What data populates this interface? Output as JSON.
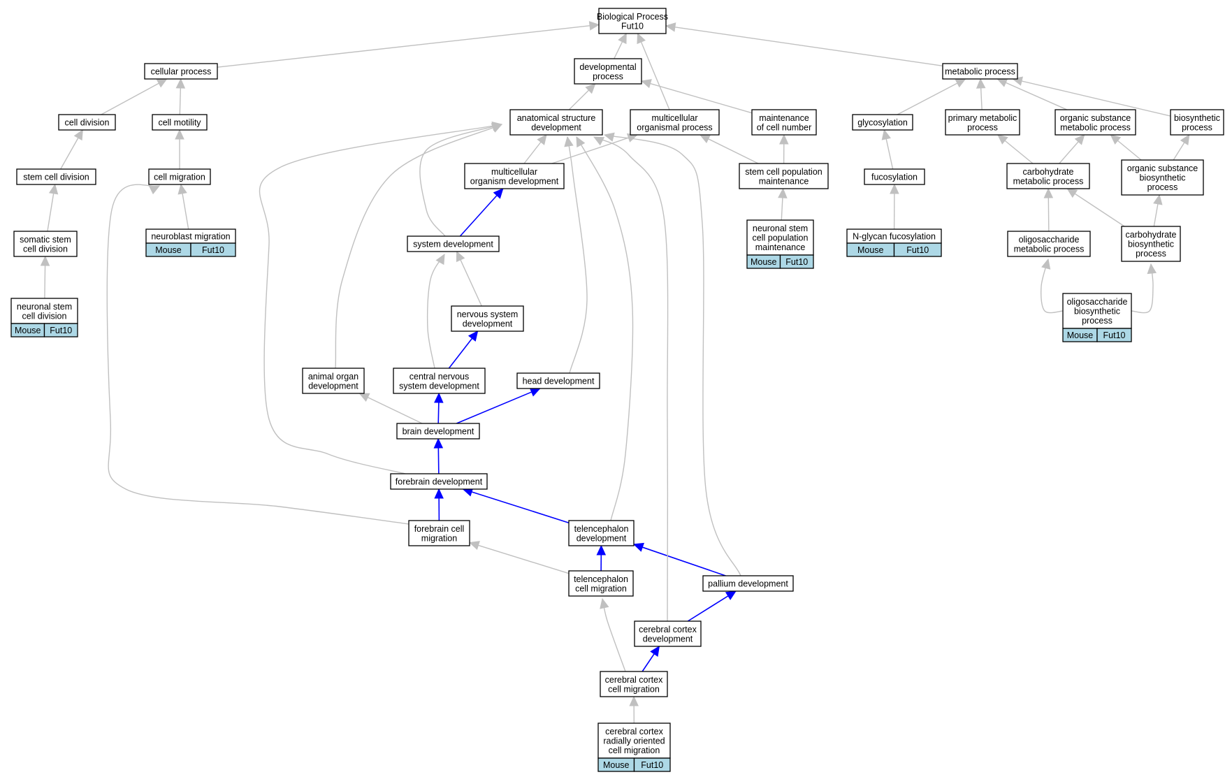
{
  "graph": {
    "nodes": {
      "bp": {
        "lines": [
          "Biological Process",
          "Fut10"
        ]
      },
      "cellproc": {
        "lines": [
          "cellular process"
        ]
      },
      "devproc": {
        "lines": [
          "developmental",
          "process"
        ]
      },
      "metproc": {
        "lines": [
          "metabolic process"
        ]
      },
      "celldiv": {
        "lines": [
          "cell division"
        ]
      },
      "cellmot": {
        "lines": [
          "cell motility"
        ]
      },
      "anatdev": {
        "lines": [
          "anatomical structure",
          "development"
        ]
      },
      "multiproc": {
        "lines": [
          "multicellular",
          "organismal process"
        ]
      },
      "maintcell": {
        "lines": [
          "maintenance",
          "of cell number"
        ]
      },
      "glyco": {
        "lines": [
          "glycosylation"
        ]
      },
      "primmet": {
        "lines": [
          "primary metabolic",
          "process"
        ]
      },
      "orgsubmet": {
        "lines": [
          "organic substance",
          "metabolic process"
        ]
      },
      "biosyn": {
        "lines": [
          "biosynthetic",
          "process"
        ]
      },
      "stemdiv": {
        "lines": [
          "stem cell division"
        ]
      },
      "cellmig": {
        "lines": [
          "cell migration"
        ]
      },
      "multiorgdev": {
        "lines": [
          "multicellular",
          "organism development"
        ]
      },
      "stempop": {
        "lines": [
          "stem cell population",
          "maintenance"
        ]
      },
      "fuco": {
        "lines": [
          "fucosylation"
        ]
      },
      "carbmet": {
        "lines": [
          "carbohydrate",
          "metabolic process"
        ]
      },
      "orgsubbio": {
        "lines": [
          "organic substance",
          "biosynthetic",
          "process"
        ]
      },
      "somdiv": {
        "lines": [
          "somatic stem",
          "cell division"
        ]
      },
      "neuroblast": {
        "lines": [
          "neuroblast migration"
        ],
        "annot": [
          "Mouse",
          "Fut10"
        ]
      },
      "sysdev": {
        "lines": [
          "system development"
        ]
      },
      "nsmaint": {
        "lines": [
          "neuronal stem",
          "cell population",
          "maintenance"
        ],
        "annot": [
          "Mouse",
          "Fut10"
        ]
      },
      "nglycan": {
        "lines": [
          "N-glycan fucosylation"
        ],
        "annot": [
          "Mouse",
          "Fut10"
        ]
      },
      "oligomet": {
        "lines": [
          "oligosaccharide",
          "metabolic process"
        ]
      },
      "carbbio": {
        "lines": [
          "carbohydrate",
          "biosynthetic",
          "process"
        ]
      },
      "nsdiv": {
        "lines": [
          "neuronal stem",
          "cell division"
        ],
        "annot": [
          "Mouse",
          "Fut10"
        ]
      },
      "nsdev": {
        "lines": [
          "nervous system",
          "development"
        ]
      },
      "oligobio": {
        "lines": [
          "oligosaccharide",
          "biosynthetic",
          "process"
        ],
        "annot": [
          "Mouse",
          "Fut10"
        ]
      },
      "animorg": {
        "lines": [
          "animal organ",
          "development"
        ]
      },
      "cnsdev": {
        "lines": [
          "central nervous",
          "system development"
        ]
      },
      "headdev": {
        "lines": [
          "head development"
        ]
      },
      "braindev": {
        "lines": [
          "brain development"
        ]
      },
      "forebrain": {
        "lines": [
          "forebrain development"
        ]
      },
      "fbcellmig": {
        "lines": [
          "forebrain cell",
          "migration"
        ]
      },
      "teldev": {
        "lines": [
          "telencephalon",
          "development"
        ]
      },
      "telcellmig": {
        "lines": [
          "telencephalon",
          "cell migration"
        ]
      },
      "palldev": {
        "lines": [
          "pallium development"
        ]
      },
      "ccdev": {
        "lines": [
          "cerebral cortex",
          "development"
        ]
      },
      "cccellmig": {
        "lines": [
          "cerebral cortex",
          "cell migration"
        ]
      },
      "ccradial": {
        "lines": [
          "cerebral cortex",
          "radially oriented",
          "cell migration"
        ],
        "annot": [
          "Mouse",
          "Fut10"
        ]
      }
    },
    "edges": [
      {
        "from": "cellproc",
        "to": "bp",
        "color": "gray"
      },
      {
        "from": "devproc",
        "to": "bp",
        "color": "gray"
      },
      {
        "from": "metproc",
        "to": "bp",
        "color": "gray"
      },
      {
        "from": "multiproc",
        "to": "bp",
        "color": "gray"
      },
      {
        "from": "celldiv",
        "to": "cellproc",
        "color": "gray"
      },
      {
        "from": "cellmot",
        "to": "cellproc",
        "color": "gray"
      },
      {
        "from": "anatdev",
        "to": "devproc",
        "color": "gray"
      },
      {
        "from": "maintcell",
        "to": "devproc",
        "color": "gray"
      },
      {
        "from": "glyco",
        "to": "metproc",
        "color": "gray"
      },
      {
        "from": "primmet",
        "to": "metproc",
        "color": "gray"
      },
      {
        "from": "orgsubmet",
        "to": "metproc",
        "color": "gray"
      },
      {
        "from": "biosyn",
        "to": "metproc",
        "color": "gray"
      },
      {
        "from": "stemdiv",
        "to": "celldiv",
        "color": "gray"
      },
      {
        "from": "cellmig",
        "to": "cellmot",
        "color": "gray"
      },
      {
        "from": "multiorgdev",
        "to": "anatdev",
        "color": "gray"
      },
      {
        "from": "multiorgdev",
        "to": "multiproc",
        "color": "gray"
      },
      {
        "from": "stempop",
        "to": "multiproc",
        "color": "gray"
      },
      {
        "from": "stempop",
        "to": "maintcell",
        "color": "gray"
      },
      {
        "from": "fuco",
        "to": "glyco",
        "color": "gray"
      },
      {
        "from": "carbmet",
        "to": "primmet",
        "color": "gray"
      },
      {
        "from": "carbmet",
        "to": "orgsubmet",
        "color": "gray"
      },
      {
        "from": "orgsubbio",
        "to": "orgsubmet",
        "color": "gray"
      },
      {
        "from": "orgsubbio",
        "to": "biosyn",
        "color": "gray"
      },
      {
        "from": "somdiv",
        "to": "stemdiv",
        "color": "gray"
      },
      {
        "from": "neuroblast",
        "to": "cellmig",
        "color": "gray"
      },
      {
        "from": "sysdev",
        "to": "multiorgdev",
        "color": "blue"
      },
      {
        "from": "sysdev",
        "to": "anatdev",
        "color": "gray"
      },
      {
        "from": "nsmaint",
        "to": "stempop",
        "color": "gray"
      },
      {
        "from": "nglycan",
        "to": "fuco",
        "color": "gray"
      },
      {
        "from": "oligomet",
        "to": "carbmet",
        "color": "gray"
      },
      {
        "from": "carbbio",
        "to": "carbmet",
        "color": "gray"
      },
      {
        "from": "carbbio",
        "to": "orgsubbio",
        "color": "gray"
      },
      {
        "from": "nsdiv",
        "to": "somdiv",
        "color": "gray"
      },
      {
        "from": "nsdev",
        "to": "sysdev",
        "color": "gray"
      },
      {
        "from": "oligobio",
        "to": "oligomet",
        "color": "gray"
      },
      {
        "from": "oligobio",
        "to": "carbbio",
        "color": "gray"
      },
      {
        "from": "animorg",
        "to": "anatdev",
        "color": "gray"
      },
      {
        "from": "cnsdev",
        "to": "nsdev",
        "color": "blue"
      },
      {
        "from": "cnsdev",
        "to": "sysdev",
        "color": "gray"
      },
      {
        "from": "headdev",
        "to": "anatdev",
        "color": "gray"
      },
      {
        "from": "braindev",
        "to": "cnsdev",
        "color": "blue"
      },
      {
        "from": "braindev",
        "to": "headdev",
        "color": "blue"
      },
      {
        "from": "braindev",
        "to": "animorg",
        "color": "gray"
      },
      {
        "from": "forebrain",
        "to": "braindev",
        "color": "blue"
      },
      {
        "from": "forebrain",
        "to": "anatdev",
        "color": "gray"
      },
      {
        "from": "fbcellmig",
        "to": "forebrain",
        "color": "blue"
      },
      {
        "from": "fbcellmig",
        "to": "cellmig",
        "color": "gray"
      },
      {
        "from": "teldev",
        "to": "forebrain",
        "color": "blue"
      },
      {
        "from": "teldev",
        "to": "anatdev",
        "color": "gray"
      },
      {
        "from": "telcellmig",
        "to": "teldev",
        "color": "blue"
      },
      {
        "from": "telcellmig",
        "to": "fbcellmig",
        "color": "gray"
      },
      {
        "from": "palldev",
        "to": "teldev",
        "color": "blue"
      },
      {
        "from": "palldev",
        "to": "anatdev",
        "color": "gray"
      },
      {
        "from": "ccdev",
        "to": "palldev",
        "color": "blue"
      },
      {
        "from": "ccdev",
        "to": "anatdev",
        "color": "gray"
      },
      {
        "from": "cccellmig",
        "to": "ccdev",
        "color": "blue"
      },
      {
        "from": "cccellmig",
        "to": "telcellmig",
        "color": "gray"
      },
      {
        "from": "ccradial",
        "to": "cccellmig",
        "color": "gray"
      }
    ],
    "colors": {
      "annotation_fill": "#add8e6",
      "edge_gray": "#c0c0c0",
      "edge_blue": "#0000ff",
      "border": "#000000"
    }
  }
}
